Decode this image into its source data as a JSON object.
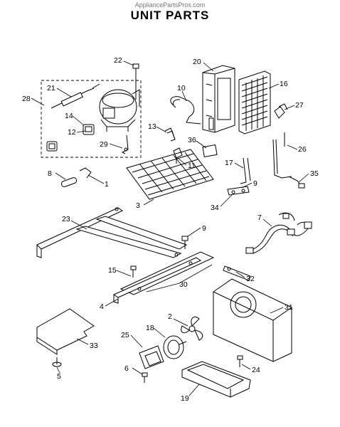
{
  "watermark": "AppliancePartsPros.com",
  "title": "UNIT PARTS",
  "callouts": [
    "22",
    "20",
    "21",
    "10",
    "16",
    "28",
    "27",
    "14",
    "13",
    "12",
    "36",
    "29",
    "11",
    "26",
    "17",
    "8",
    "1",
    "35",
    "9",
    "34",
    "3",
    "7",
    "23",
    "9",
    "15",
    "32",
    "30",
    "4",
    "31",
    "2",
    "18",
    "25",
    "33",
    "6",
    "24",
    "5",
    "19"
  ]
}
